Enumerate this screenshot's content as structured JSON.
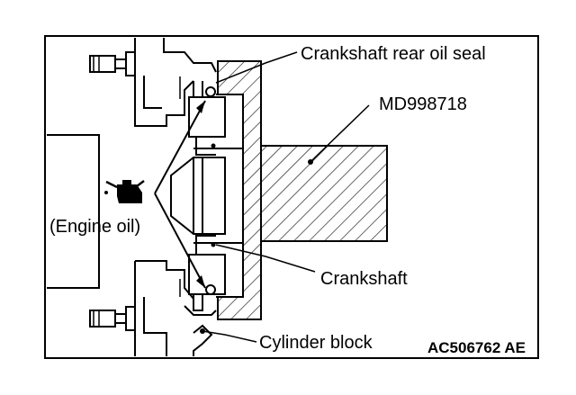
{
  "labels": {
    "rear_oil_seal": "Crankshaft rear oil seal",
    "tool": "MD998718",
    "engine_oil": "(Engine oil)",
    "crankshaft": "Crankshaft",
    "cylinder_block": "Cylinder block",
    "figure_code": "AC506762 AE"
  },
  "icons": {
    "oil_can": "oil-can-icon"
  },
  "colors": {
    "line": "#000000",
    "background": "#ffffff"
  }
}
